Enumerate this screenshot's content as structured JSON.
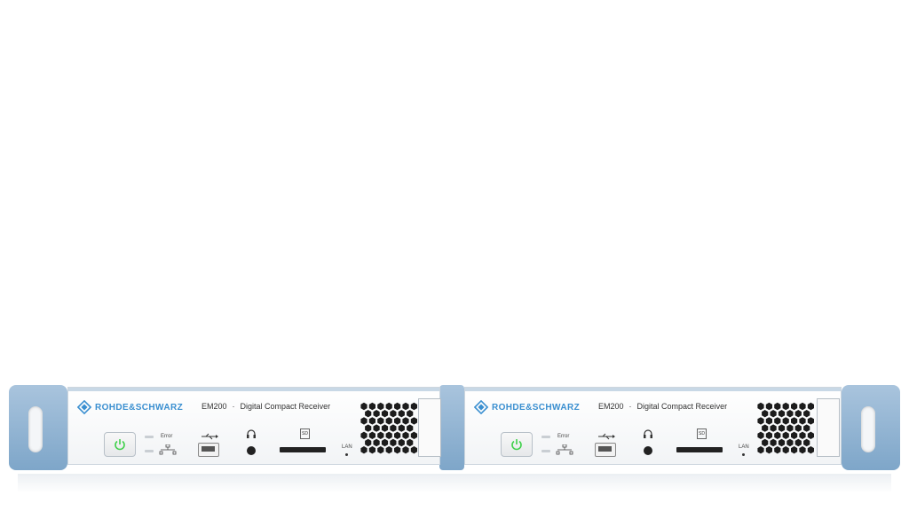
{
  "units": [
    {
      "brand": "ROHDE&SCHWARZ",
      "model": "EM200",
      "separator": "·",
      "description": "Digital Compact Receiver",
      "error_label": "Error",
      "sd_label": "SD",
      "lan_label": "LAN"
    },
    {
      "brand": "ROHDE&SCHWARZ",
      "model": "EM200",
      "separator": "·",
      "description": "Digital Compact Receiver",
      "error_label": "Error",
      "sd_label": "SD",
      "lan_label": "LAN"
    }
  ],
  "colors": {
    "brand": "#3a8fd0",
    "power_led": "#3fd04a",
    "rack_ear": "#8fb3d3"
  },
  "icons": [
    "rs-diamond-logo-icon",
    "power-icon",
    "usb-icon",
    "headphones-icon",
    "network-icon"
  ]
}
